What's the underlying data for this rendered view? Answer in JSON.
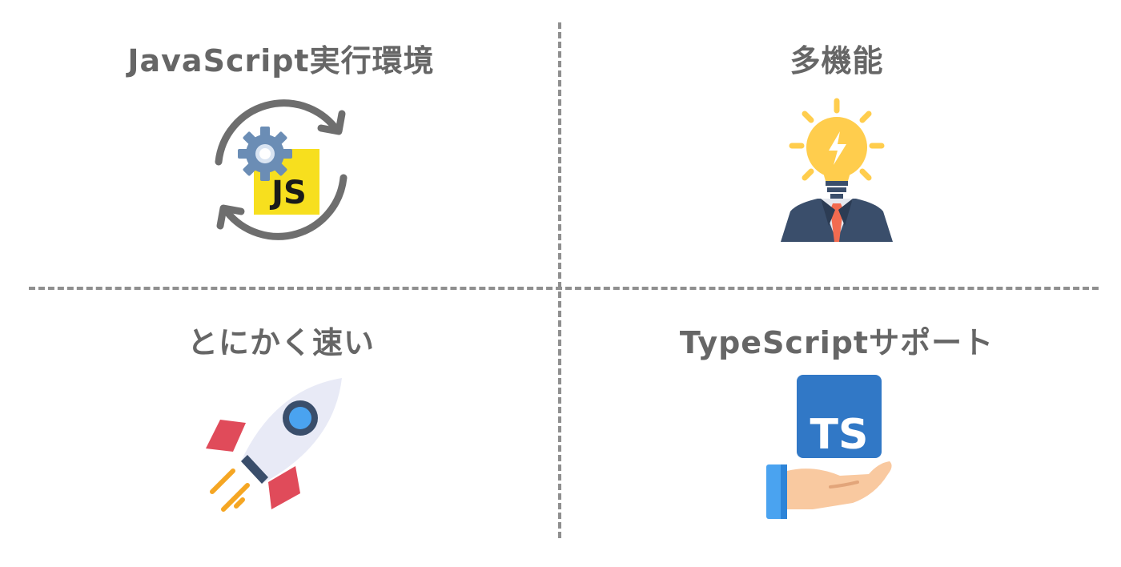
{
  "features": {
    "js_runtime": {
      "title": "JavaScript実行環境",
      "icon": "js-runtime-cycle-icon"
    },
    "multi_function": {
      "title": "多機能",
      "icon": "lightbulb-head-businessman-icon"
    },
    "fast": {
      "title": "とにかく速い",
      "icon": "rocket-icon"
    },
    "typescript": {
      "title": "TypeScriptサポート",
      "icon": "typescript-hand-icon",
      "badge_text": "TS"
    }
  },
  "icons": {
    "js_badge_text": "JS"
  },
  "colors": {
    "title_text": "#666666",
    "divider": "#8f8f8f",
    "js_yellow": "#f7df1e",
    "ts_blue": "#3178c6",
    "gear_blue": "#6b8db5",
    "bulb_yellow": "#ffcd4d",
    "suit_navy": "#3a4e6b",
    "tie_orange": "#f26b50",
    "rocket_red": "#e04b5a",
    "rocket_body": "#e8eaf6",
    "flame_orange": "#f5a623"
  }
}
